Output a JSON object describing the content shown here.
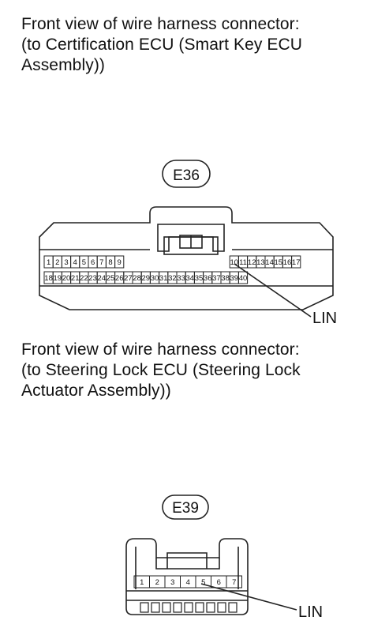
{
  "connectors": [
    {
      "caption": [
        "Front view of wire harness connector:",
        "(to Certification ECU (Smart Key ECU",
        "Assembly))"
      ],
      "code": "E36",
      "pins_top": [
        "1",
        "2",
        "3",
        "4",
        "5",
        "6",
        "7",
        "8",
        "9",
        "10",
        "11",
        "12",
        "13",
        "14",
        "15",
        "16",
        "17"
      ],
      "pins_bottom": [
        "18",
        "19",
        "20",
        "21",
        "22",
        "23",
        "24",
        "25",
        "26",
        "27",
        "28",
        "29",
        "30",
        "31",
        "32",
        "33",
        "34",
        "35",
        "36",
        "37",
        "38",
        "39",
        "40"
      ],
      "callout": "LIN"
    },
    {
      "caption": [
        "Front view of wire harness connector:",
        "(to Steering Lock ECU (Steering Lock",
        "Actuator Assembly))"
      ],
      "code": "E39",
      "pins": [
        "1",
        "2",
        "3",
        "4",
        "5",
        "6",
        "7"
      ],
      "callout": "LIN"
    }
  ]
}
